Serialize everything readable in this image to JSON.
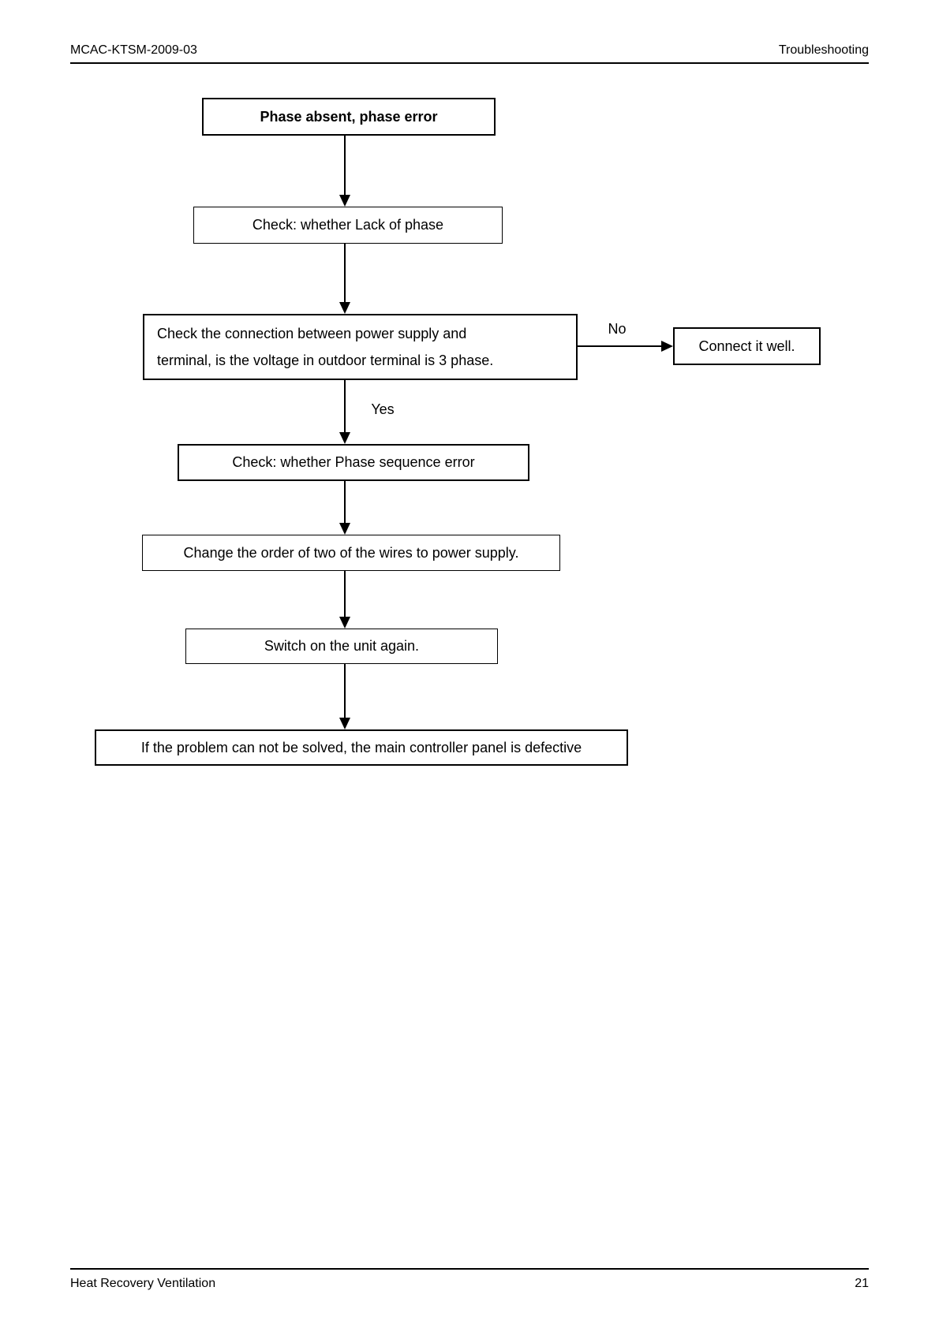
{
  "header": {
    "doc_code": "MCAC-KTSM-2009-03",
    "section_title": "Troubleshooting"
  },
  "flowchart": {
    "start": {
      "label": "Phase absent, phase error"
    },
    "check_lack_of_phase": {
      "label": "Check: whether Lack of phase"
    },
    "check_connection": {
      "line1": "Check the connection between power supply and",
      "line2": "terminal, is the voltage in outdoor terminal is 3 phase."
    },
    "connect_it_well": {
      "label": "Connect it well."
    },
    "check_phase_sequence": {
      "label": "Check: whether Phase sequence error"
    },
    "change_wire_order": {
      "label": "Change the order of two of the wires to power supply."
    },
    "switch_on_again": {
      "label": "Switch on the unit again."
    },
    "panel_defective": {
      "label": "If the problem can not be solved, the main controller panel is defective"
    },
    "edge_labels": {
      "no": "No",
      "yes": "Yes"
    }
  },
  "footer": {
    "doc_title": "Heat Recovery Ventilation",
    "page_number": "21"
  },
  "colors": {
    "background": "#ffffff",
    "ink": "#000000"
  }
}
